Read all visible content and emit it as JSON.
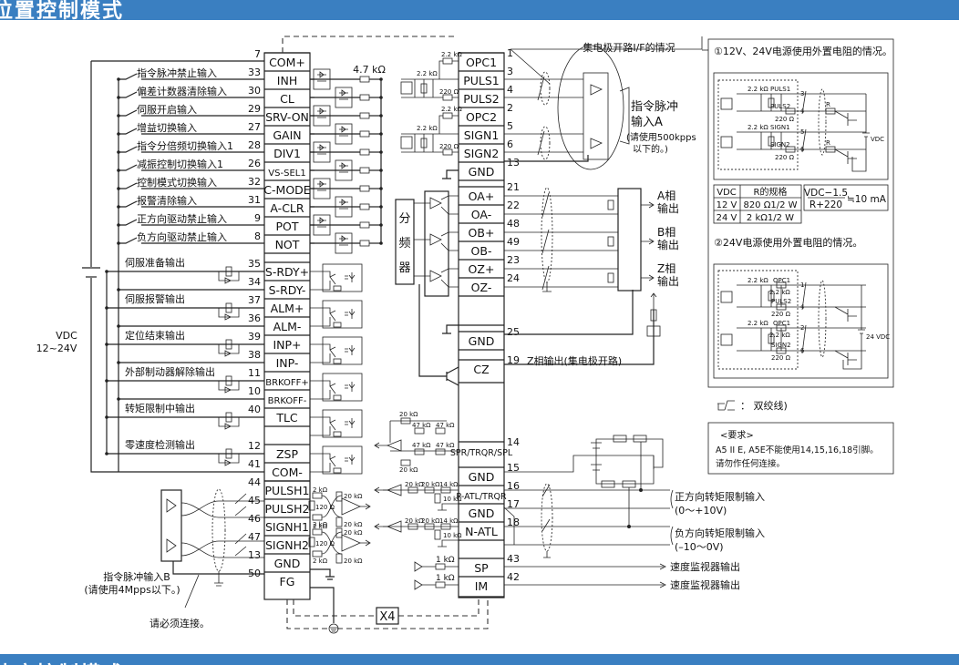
{
  "header": {
    "title": "位置控制模式"
  },
  "footer": {
    "title": "速度控制模式"
  },
  "connector_left": {
    "com_plus": {
      "pin": "7",
      "label": "COM+"
    },
    "inputs": [
      {
        "name": "指令脉冲禁止输入",
        "pin": "33",
        "signal": "INH"
      },
      {
        "name": "偏差计数器清除输入",
        "pin": "30",
        "signal": "CL"
      },
      {
        "name": "伺服开启输入",
        "pin": "29",
        "signal": "SRV-ON"
      },
      {
        "name": "增益切换输入",
        "pin": "27",
        "signal": "GAIN"
      },
      {
        "name": "指令分倍频切换输入1",
        "pin": "28",
        "signal": "DIV1"
      },
      {
        "name": "减振控制切换输入1",
        "pin": "26",
        "signal": "VS-SEL1"
      },
      {
        "name": "控制模式切换输入",
        "pin": "32",
        "signal": "C-MODE"
      },
      {
        "name": "报警清除输入",
        "pin": "31",
        "signal": "A-CLR"
      },
      {
        "name": "正方向驱动禁止输入",
        "pin": "9",
        "signal": "POT"
      },
      {
        "name": "负方向驱动禁止输入",
        "pin": "8",
        "signal": "NOT"
      }
    ],
    "input_resistor": "4.7 kΩ",
    "outputs": [
      {
        "name": "伺服准备输出",
        "pins": [
          {
            "pin": "35",
            "signal": "S-RDY+"
          },
          {
            "pin": "34",
            "signal": "S-RDY-"
          }
        ]
      },
      {
        "name": "伺服报警输出",
        "pins": [
          {
            "pin": "37",
            "signal": "ALM+"
          },
          {
            "pin": "36",
            "signal": "ALM-"
          }
        ]
      },
      {
        "name": "定位结束输出",
        "pins": [
          {
            "pin": "39",
            "signal": "INP+"
          },
          {
            "pin": "38",
            "signal": "INP-"
          }
        ]
      },
      {
        "name": "外部制动器解除输出",
        "pins": [
          {
            "pin": "11",
            "signal": "BRKOFF+"
          },
          {
            "pin": "10",
            "signal": "BRKOFF-"
          }
        ]
      },
      {
        "name": "转矩限制中输出",
        "pins": [
          {
            "pin": "40",
            "signal": "TLC"
          }
        ]
      },
      {
        "name": "零速度检测输出",
        "pins": [
          {
            "pin": "12",
            "signal": "ZSP"
          },
          {
            "pin": "41",
            "signal": "COM-"
          }
        ]
      }
    ],
    "vdc_label": "VDC",
    "vdc_range": "12~24V",
    "line_receiver": [
      {
        "pin": "44",
        "signal": "PULSH1"
      },
      {
        "pin": "45",
        "signal": "PULSH2"
      },
      {
        "pin": "46",
        "signal": "SIGNH1"
      },
      {
        "pin": "47",
        "signal": "SIGNH2"
      },
      {
        "pin": "13",
        "signal": "GND"
      },
      {
        "pin": "50",
        "signal": "FG"
      }
    ],
    "line_receiver_values": {
      "r_series": "2 kΩ",
      "r_term": "120 Ω",
      "r_bias": "20 kΩ"
    },
    "pulse_input_b": "指令脉冲输入B",
    "pulse_input_b_note": "(请使用4Mpps以下。)",
    "must_connect": "请必须连接。",
    "connector_name": "X4"
  },
  "connector_right": {
    "pulse_inputs": [
      {
        "pin": "1",
        "signal": "OPC1"
      },
      {
        "pin": "3",
        "signal": "PULS1"
      },
      {
        "pin": "4",
        "signal": "PULS2"
      },
      {
        "pin": "2",
        "signal": "OPC2"
      },
      {
        "pin": "5",
        "signal": "SIGN1"
      },
      {
        "pin": "6",
        "signal": "SIGN2"
      },
      {
        "pin": "13",
        "signal": "GND"
      }
    ],
    "pulse_input_values": {
      "r_pullup": "2.2 kΩ",
      "r_series": "220 Ω"
    },
    "open_collector_title": "集电极开路I/F的情况",
    "pulse_input_a": "指令脉冲",
    "pulse_input_a2": "输入A",
    "pulse_input_a_note1": "(请使用500kpps",
    "pulse_input_a_note2": "以下的。)",
    "divider_label": [
      "分",
      "频",
      "器"
    ],
    "encoder_outputs": [
      {
        "pin": "21",
        "signal": "OA+"
      },
      {
        "pin": "22",
        "signal": "OA-"
      },
      {
        "pin": "48",
        "signal": "OB+"
      },
      {
        "pin": "49",
        "signal": "OB-"
      },
      {
        "pin": "23",
        "signal": "OZ+"
      },
      {
        "pin": "24",
        "signal": "OZ-"
      }
    ],
    "phase_outputs": [
      {
        "l1": "A相",
        "l2": "输出"
      },
      {
        "l1": "B相",
        "l2": "输出"
      },
      {
        "l1": "Z相",
        "l2": "输出"
      }
    ],
    "gnd25": {
      "pin": "25",
      "signal": "GND"
    },
    "cz": {
      "pin": "19",
      "signal": "CZ",
      "desc": "Z相输出(集电极开路)"
    },
    "analog": [
      {
        "pin": "14",
        "signal": "SPR/TRQR/SPL"
      },
      {
        "pin": "15",
        "signal": "GND"
      },
      {
        "pin": "16",
        "signal": "P-ATL/TRQR"
      },
      {
        "pin": "17",
        "signal": "GND"
      },
      {
        "pin": "18",
        "signal": "N-ATL"
      },
      {
        "pin": "43",
        "signal": "SP"
      },
      {
        "pin": "42",
        "signal": "IM"
      }
    ],
    "analog_values": {
      "r20k": "20 kΩ",
      "r47k": "47 kΩ",
      "r14k": "14 kΩ",
      "r10k": "10 kΩ",
      "r1k": "1 kΩ"
    },
    "torque_pos": "正方向转矩限制输入",
    "torque_pos_range": "(0～+10V)",
    "torque_neg": "负方向转矩限制输入",
    "torque_neg_range": "(–10～0V)",
    "speed_monitor": "速度监视器输出",
    "torque_monitor": "速度监视器输出"
  },
  "side_panel": {
    "case1_title": "①12V、24V电源使用外置电阻的情况。",
    "case1_labels": {
      "r22": "2.2 kΩ",
      "puls1": "PULS1",
      "puls2": "PULS2",
      "r220": "220 Ω",
      "sign1": "SIGN1",
      "sign2": "SIGN2",
      "r": "R",
      "vdc": "VDC",
      "p3": "3",
      "p4": "4",
      "p5": "5",
      "p6": "6"
    },
    "table": {
      "headers": [
        "VDC",
        "R的规格"
      ],
      "rows": [
        [
          "12 V",
          "820 Ω1/2 W"
        ],
        [
          "24 V",
          "2 kΩ1/2 W"
        ]
      ]
    },
    "formula_num": "VDC−1.5",
    "formula_den": "R+220",
    "formula_result": "≒10 mA",
    "case2_title": "②24V电源使用外置电阻的情况。",
    "case2_labels": {
      "r22": "2.2 kΩ",
      "opc1": "OPC1",
      "puls2": "PULS2",
      "r220": "220 Ω",
      "sign2": "SIGN2",
      "vdc": "24 VDC",
      "p1": "1",
      "p4": "4",
      "p2": "2",
      "p6": "6"
    },
    "twisted_pair_legend": "：  双绞线)",
    "requirement_title": "<要求>",
    "requirement_line1": "A5 II E, A5E不能使用14,15,16,18引脚。",
    "requirement_line2": "请勿作任何连接。"
  }
}
